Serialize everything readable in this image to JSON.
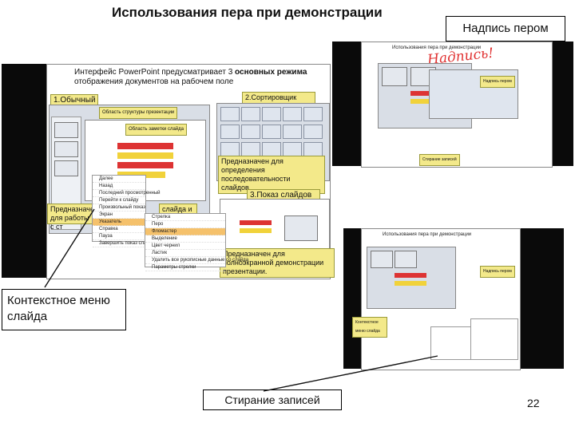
{
  "title": "Использования пера при демонстрации",
  "callouts": {
    "pen_caption": "Надпись пером",
    "context_menu_caption": "Контекстное меню слайда",
    "erase_caption": "Стирание записей"
  },
  "page_number": "22",
  "main_slide": {
    "intro_text_1": "Интерфейс PowerPoint предусматривает 3 ",
    "intro_text_bold": "основных режима",
    "intro_text_2": " отображения документов на рабочем поле",
    "mode1_label": "1.Обычный",
    "mode2_label": "2.Сортировщик слайдов",
    "mode3_label": "3.Показ слайдов",
    "structure_area_label": "Область структуры презентации",
    "slide_area_label": "Область заметки слайда",
    "sorter_desc": "Предназначен для определения последовательности слайдов.",
    "normal_desc_partial": "Предназначен для работы с ст",
    "normal_desc_partial_right": "слайда и",
    "show_desc": "Предназначен для полноэкранной демонстрации презентации."
  },
  "top_right_slide": {
    "heading": "Использования пера при демонстрации",
    "handwriting": "Надпись!",
    "note_label": "Надпись пером",
    "bottom_label": "Стирание записей"
  },
  "bottom_right_slide": {
    "heading": "Использования пера при демонстрации",
    "label_left": "Контекстное меню слайда",
    "label_right": "Надпись пером"
  },
  "context_menu": {
    "items": [
      "Далее",
      "Назад",
      "Последний просмотренный",
      "Перейти к слайду",
      "Произвольный показ",
      "Экран",
      "Указатель",
      "Справка",
      "Пауза",
      "Завершить показ слайдов"
    ]
  },
  "pen_submenu": {
    "items": [
      "Стрелка",
      "Перо",
      "Фломастер",
      "Выделение",
      "Цвет чернил",
      "Ластик",
      "Удалить все рукописные данные со слайда",
      "Параметры стрелки"
    ]
  }
}
